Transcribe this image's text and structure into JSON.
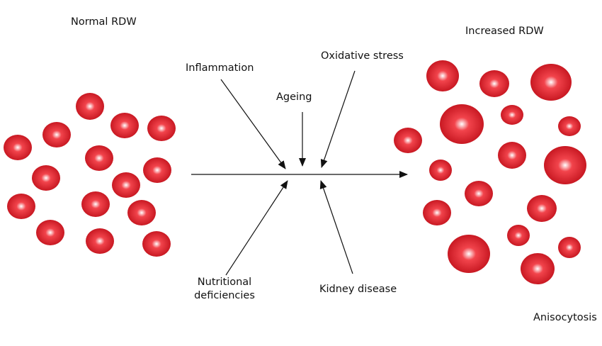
{
  "labels": {
    "normal": "Normal RDW",
    "increased": "Increased RDW",
    "anisocytosis": "Anisocytosis",
    "inflammation": "Inflammation",
    "ageing": "Ageing",
    "oxidative": "Oxidative stress",
    "nutritional_line1": "Nutritional",
    "nutritional_line2": "deficiencies",
    "kidney": "Kidney disease"
  },
  "colors": {
    "cell_highlight": "#ffffff",
    "cell_mid": "#f2444c",
    "cell_edge": "#c2121c",
    "arrow": "#111111"
  },
  "icons": {
    "cell": "red-blood-cell-icon"
  }
}
